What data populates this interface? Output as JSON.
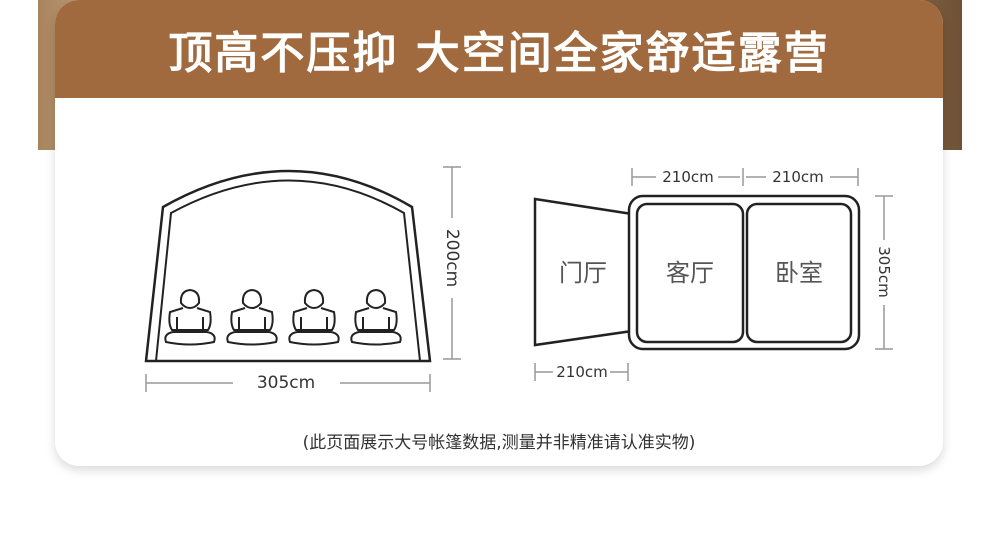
{
  "banner": {
    "title": "顶高不压抑 大空间全家舒适露营"
  },
  "front_view": {
    "height_label": "200cm",
    "width_label": "305cm",
    "occupant_count": 4,
    "icon": "seated-person-icon"
  },
  "floor_plan": {
    "rooms": [
      {
        "id": "vestibule",
        "label": "门厅"
      },
      {
        "id": "living",
        "label": "客厅"
      },
      {
        "id": "bedroom",
        "label": "卧室"
      }
    ],
    "dims": {
      "living_width": "210cm",
      "bedroom_width": "210cm",
      "depth": "305cm",
      "vestibule_depth": "210cm"
    }
  },
  "note": "(此页面展示大号帐篷数据,测量并非精准请认准实物)",
  "colors": {
    "banner": "#a0693e",
    "line": "#222222",
    "dim": "#999999"
  }
}
